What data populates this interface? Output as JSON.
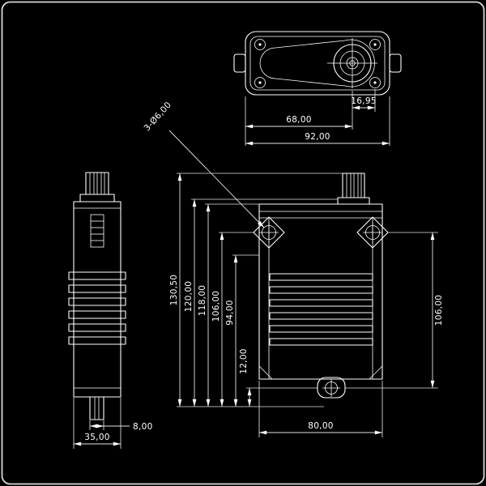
{
  "annotation": {
    "holes_note": "3-Ø6,00"
  },
  "top_view": {
    "dim_offset": "16,95",
    "dim_mount": "68,00",
    "dim_width": "92,00"
  },
  "side_view": {
    "dim_connector": "8,00",
    "dim_width": "35,00"
  },
  "front_view": {
    "dims_left": [
      "130,50",
      "120,00",
      "118,00",
      "106,00",
      "94,00",
      "12,00"
    ],
    "dim_right": "106,00",
    "dim_width": "80,00"
  },
  "colors": {
    "background": "#000000",
    "line": "#ffffff",
    "dimension_line": "#e3e3e3",
    "frame": "#d8d8d8"
  }
}
